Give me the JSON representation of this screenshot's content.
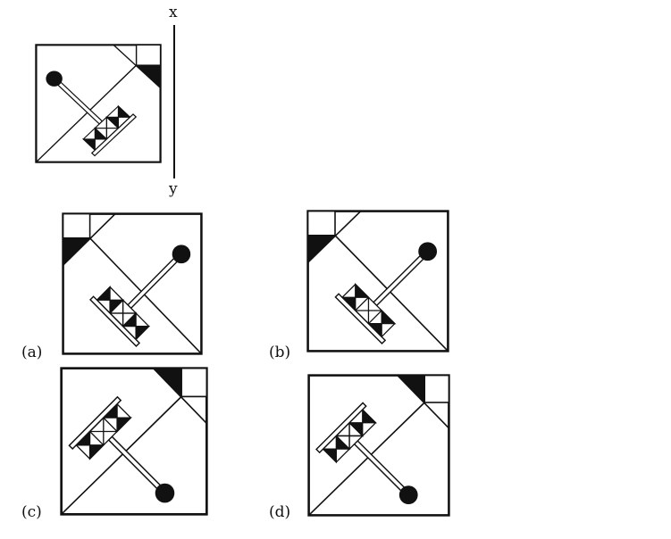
{
  "question": {
    "axis_labels": {
      "top": "x",
      "bottom": "y"
    },
    "options": [
      {
        "label": "(a)"
      },
      {
        "label": "(b)"
      },
      {
        "label": "(c)"
      },
      {
        "label": "(d)"
      }
    ]
  }
}
